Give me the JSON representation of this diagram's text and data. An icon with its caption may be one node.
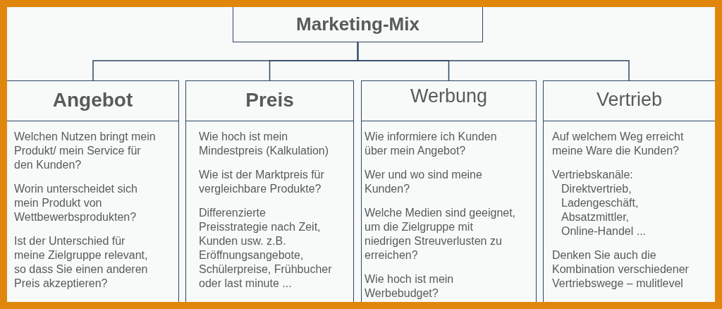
{
  "diagram": {
    "nodes": [
      {
        "text": [
          "Marketing-Mix"
        ]
      },
      {
        "text": [
          "Angebot",
          "Welchen Nutzen bringt mein Produkt/ mein Service für den Kunden?",
          "Worin unterscheidet sich mein Produkt von Wettbewerbsprodukten?",
          "Ist der Unterschied für meine Zielgruppe relevant, so dass Sie einen anderen Preis akzeptieren?"
        ]
      },
      {
        "text": [
          "Preis",
          "Wie hoch ist mein Mindestpreis (Kalkulation)",
          "Wie ist der Marktpreis für vergleichbare Produkte?",
          "Differenzierte Preisstrategie nach Zeit, Kunden usw. z.B. Eröffnungsangebote, Schülerpreise, Frühbucher oder last minute ..."
        ]
      },
      {
        "text": [
          "Werbung",
          "Wie informiere ich Kunden über mein Angebot?",
          "Wer und wo sind meine Kunden?",
          "Welche Medien sind geeignet, um die Zielgruppe mit niedrigen Streuverlusten zu erreichen?",
          "Wie hoch ist mein Werbebudget?"
        ]
      },
      {
        "text": [
          "Vertrieb",
          "Auf welchem Weg erreicht meine Ware die Kunden?",
          "Vertriebskanäle:",
          "Direktvertrieb,",
          "Ladengeschäft,",
          "Absatzmittler,",
          "Online-Handel ...",
          "Denken Sie auch die Kombination verschiedener Vertriebswege – mulitlevel"
        ]
      }
    ],
    "edges": [
      {
        "from": 0,
        "to": 1,
        "arrow": "none"
      },
      {
        "from": 0,
        "to": 2,
        "arrow": "none"
      },
      {
        "from": 0,
        "to": 3,
        "arrow": "none"
      },
      {
        "from": 0,
        "to": 4,
        "arrow": "none"
      }
    ]
  }
}
